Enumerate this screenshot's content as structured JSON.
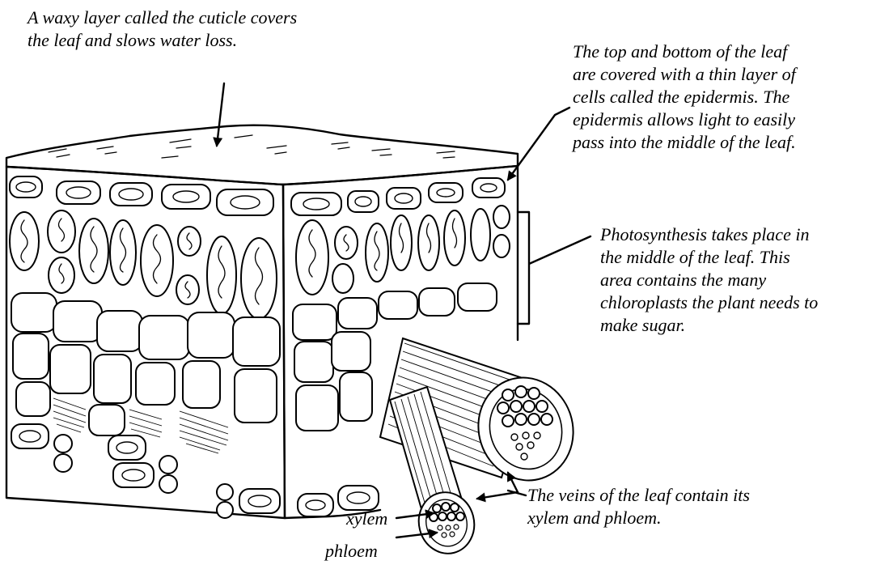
{
  "annotations": {
    "cuticle": "A waxy layer called the cuticle covers\nthe leaf and slows water loss.",
    "epidermis": "The top and bottom of the leaf\nare covered with a thin layer of\ncells called the epidermis.  The\nepidermis allows light to easily\npass into the middle of the leaf.",
    "photosynthesis": "Photosynthesis takes place in\nthe middle of the leaf.  This\narea contains the many\nchloroplasts the plant needs to\nmake sugar.",
    "veins": "The veins of the leaf contain its\nxylem and phloem."
  },
  "labels": {
    "xylem": "xylem",
    "phloem": "phloem"
  }
}
